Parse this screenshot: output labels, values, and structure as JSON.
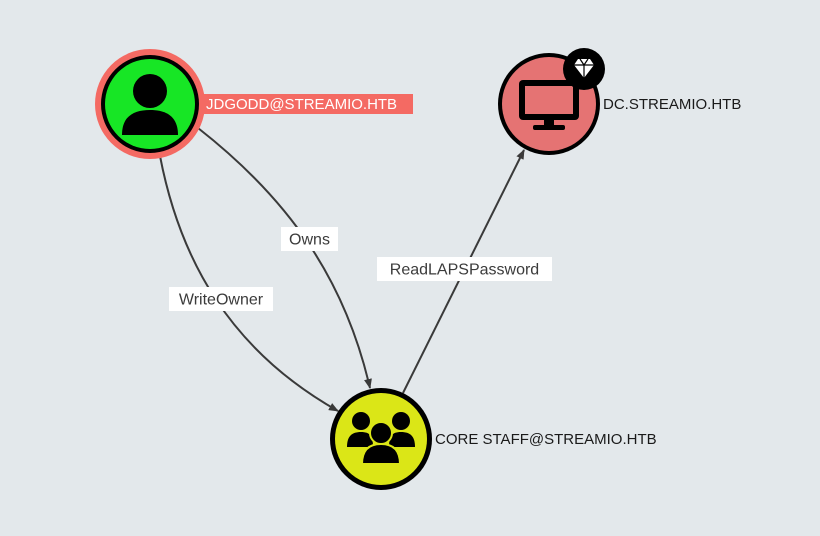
{
  "graph": {
    "nodes": {
      "user": {
        "label": "JDGODD@STREAMIO.HTB",
        "type": "user",
        "icon": "user-icon",
        "fill_color": "#17e625",
        "ring_color": "#f46a63",
        "label_highlight_color": "#f46a63"
      },
      "computer": {
        "label": "DC.STREAMIO.HTB",
        "type": "computer",
        "icon": "monitor-icon",
        "badge_icon": "gem-icon",
        "fill_color": "#e57373"
      },
      "group": {
        "label": "CORE STAFF@STREAMIO.HTB",
        "type": "group",
        "icon": "users-icon",
        "fill_color": "#dbe617"
      }
    },
    "edges": {
      "owns": {
        "label": "Owns",
        "from": "user",
        "to": "group"
      },
      "write_owner": {
        "label": "WriteOwner",
        "from": "user",
        "to": "group"
      },
      "read_laps": {
        "label": "ReadLAPSPassword",
        "from": "group",
        "to": "computer"
      }
    },
    "colors": {
      "background": "#e3e8eb",
      "edge": "#3a3a3a",
      "node_border": "#000000"
    }
  }
}
